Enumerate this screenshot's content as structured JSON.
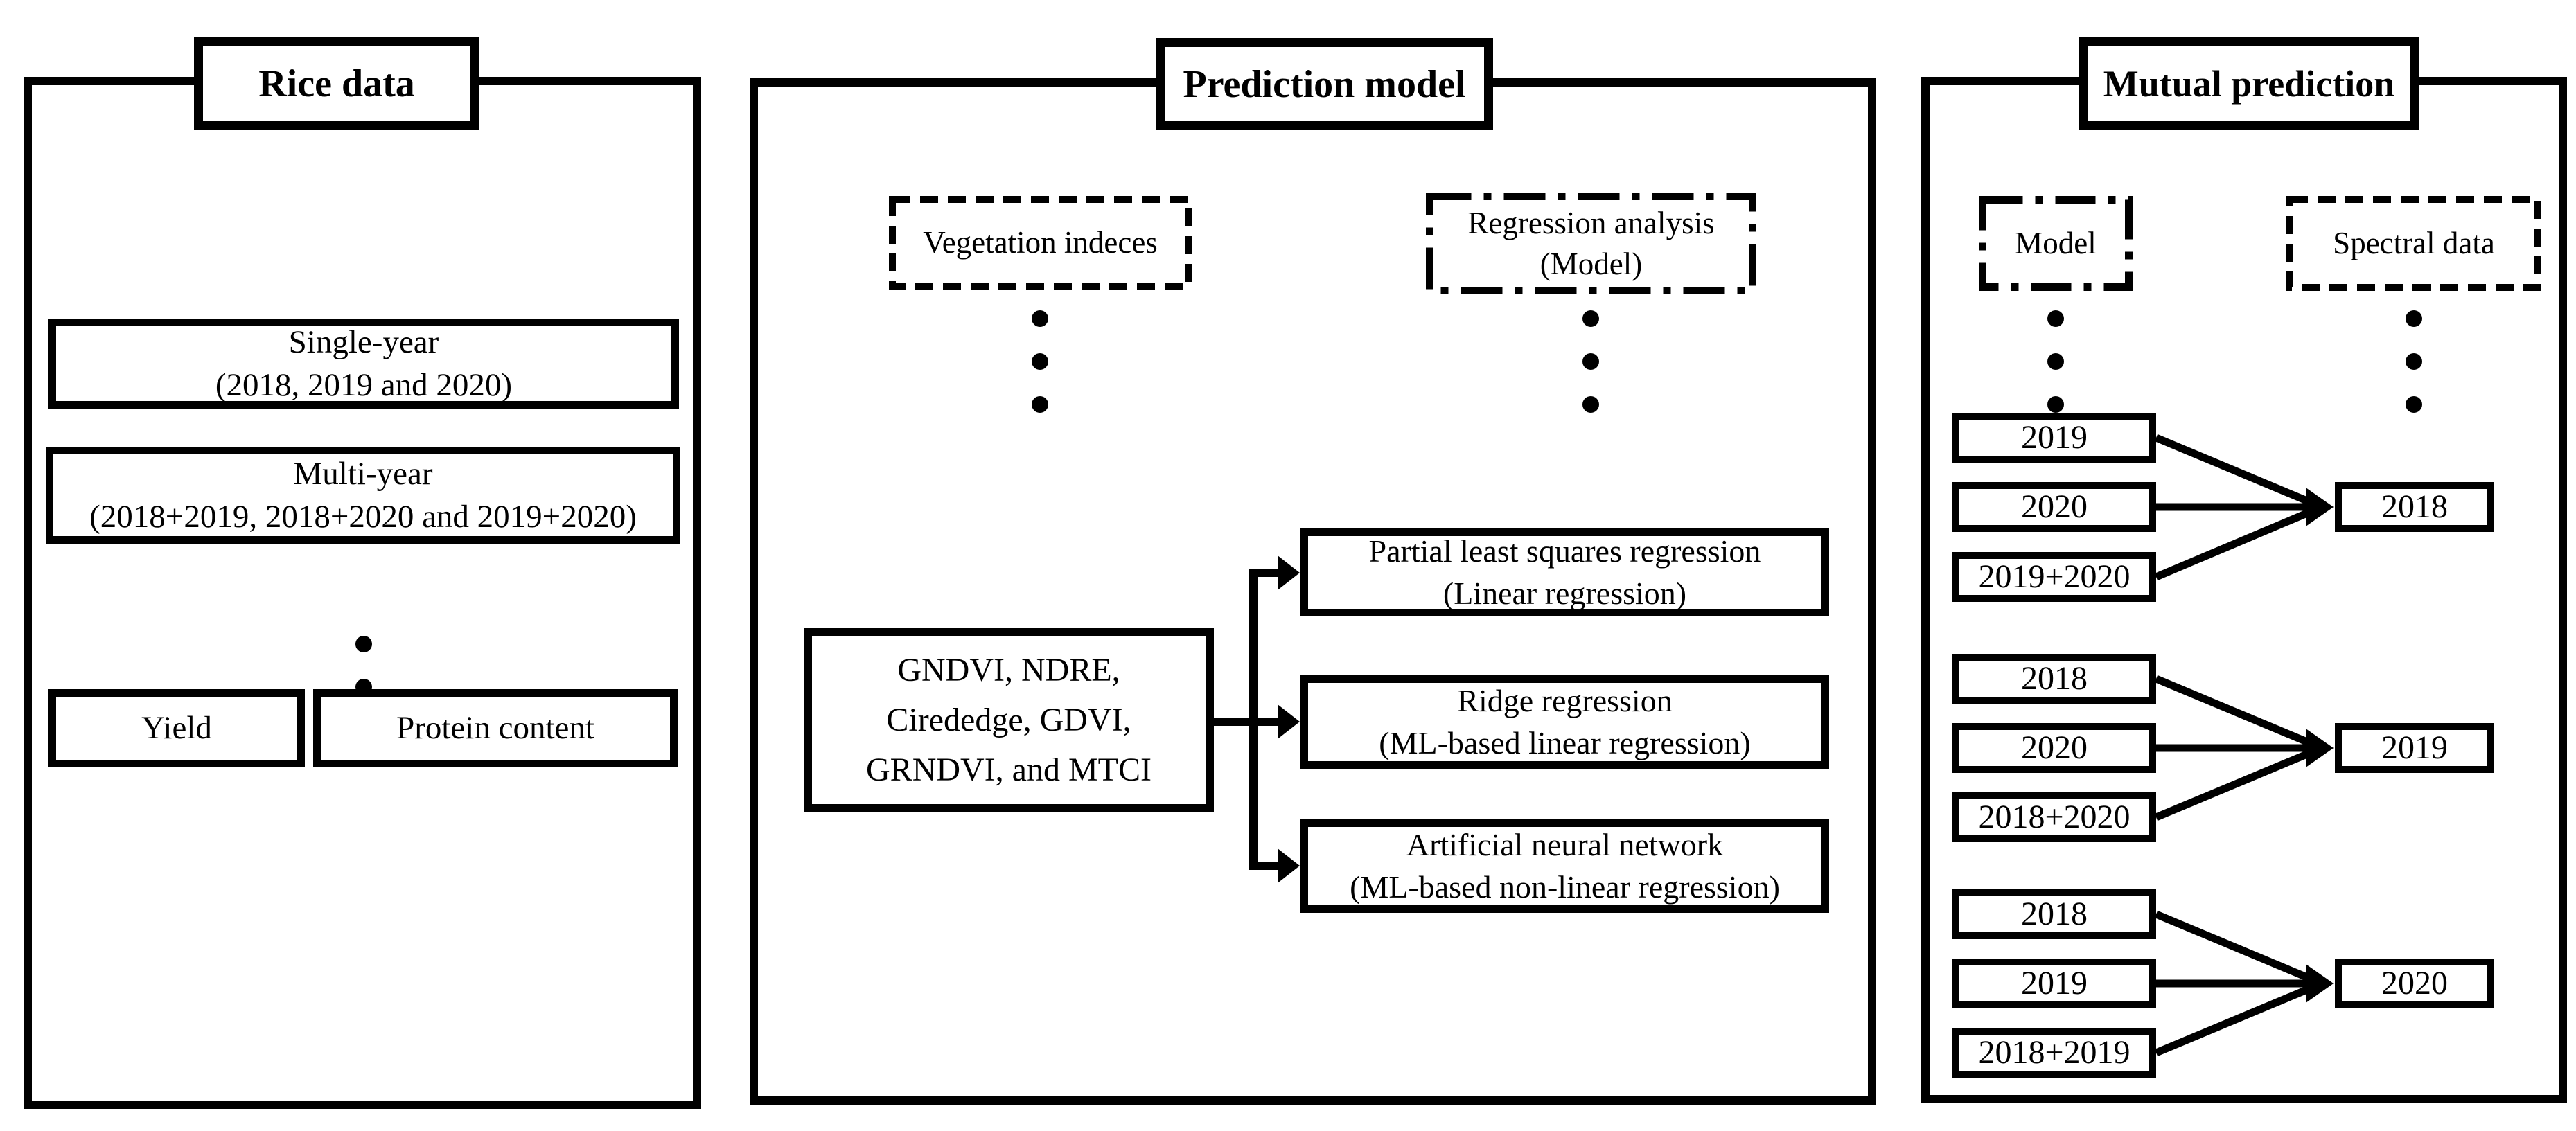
{
  "figure": {
    "rice_panel": {
      "title": "Rice data",
      "single_year": {
        "line1": "Single-year",
        "line2": "(2018, 2019 and 2020)"
      },
      "multi_year": {
        "line1": "Multi-year",
        "line2": "(2018+2019, 2018+2020 and 2019+2020)"
      },
      "yield_box": "Yield",
      "protein_box": "Protein content"
    },
    "prediction_panel": {
      "title": "Prediction model",
      "vegetation_box": "Vegetation indeces",
      "regression_box": {
        "line1": "Regression analysis",
        "line2": "(Model)"
      },
      "vi_box": {
        "line1": "GNDVI, NDRE,",
        "line2": "Cirededge, GDVI,",
        "line3": "GRNDVI, and MTCI"
      },
      "pls_box": {
        "line1": "Partial least squares regression",
        "line2": "(Linear regression)"
      },
      "ridge_box": {
        "line1": "Ridge regression",
        "line2": "(ML-based linear regression)"
      },
      "ann_box": {
        "line1": "Artificial neural network",
        "line2": "(ML-based non-linear regression)"
      }
    },
    "mutual_panel": {
      "title": "Mutual prediction",
      "model_box": "Model",
      "spectral_box": "Spectral data",
      "groups": [
        {
          "sources": [
            "2019",
            "2020",
            "2019+2020"
          ],
          "target": "2018"
        },
        {
          "sources": [
            "2018",
            "2020",
            "2018+2020"
          ],
          "target": "2019"
        },
        {
          "sources": [
            "2018",
            "2019",
            "2018+2019"
          ],
          "target": "2020"
        }
      ]
    },
    "colors": {
      "ink": "#000000",
      "paper": "#ffffff"
    }
  }
}
